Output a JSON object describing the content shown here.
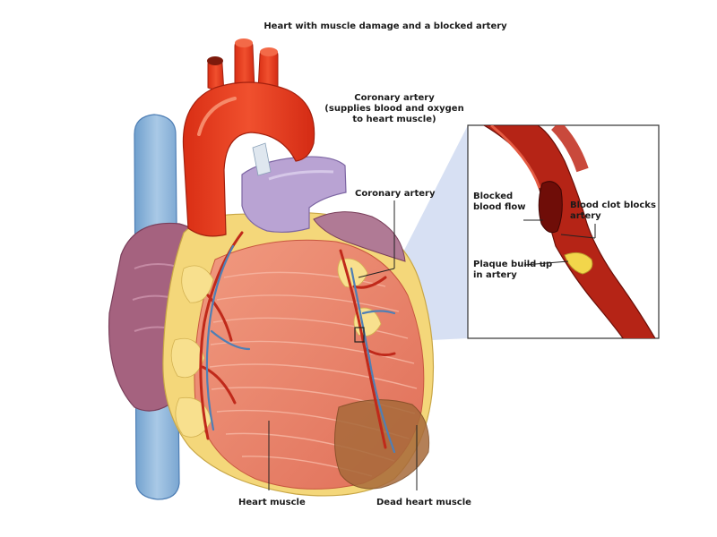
{
  "title": "Heart with muscle damage and a blocked artery",
  "labels": {
    "coronary_artery_main": [
      "Coronary artery",
      "(supplies blood and oxygen",
      "to heart muscle)"
    ],
    "coronary_artery": "Coronary artery",
    "blocked_blood_flow": [
      "Blocked",
      "blood flow"
    ],
    "blood_clot": [
      "Blood clot blocks",
      "artery"
    ],
    "plaque": [
      "Plaque build up",
      "in artery"
    ],
    "heart_muscle": "Heart muscle",
    "dead_heart_muscle": "Dead heart muscle"
  },
  "colors": {
    "aorta": "#e8391e",
    "vena_cava": "#8fb6d9",
    "pulmonary": "#b9a3d3",
    "atrium": "#a3607e",
    "fat": "#f4d77a",
    "muscle": "#e9836b",
    "dead_muscle": "#a86a3a",
    "artery_red": "#c0291a",
    "vein_blue": "#4f7fb5",
    "inset_highlight": "#b9c9ea",
    "artery_dark": "#8b1414",
    "plaque": "#f2d64b"
  }
}
